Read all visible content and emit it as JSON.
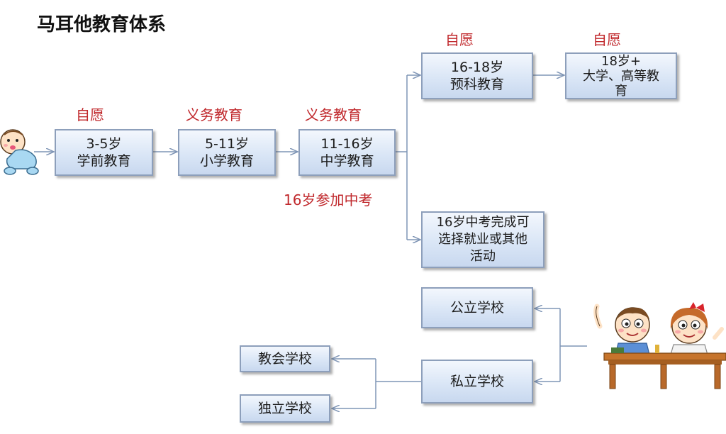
{
  "title": "马耳他教育体系",
  "labels": {
    "preschool_type": "自愿",
    "primary_type": "义务教育",
    "secondary_type": "义务教育",
    "exam_note": "16岁参加中考",
    "sixth_form_type": "自愿",
    "university_type": "自愿"
  },
  "stages": {
    "preschool": {
      "line1": "3-5岁",
      "line2": "学前教育"
    },
    "primary": {
      "line1": "5-11岁",
      "line2": "小学教育"
    },
    "secondary": {
      "line1": "11-16岁",
      "line2": "中学教育"
    },
    "sixth_form": {
      "line1": "16-18岁",
      "line2": "预科教育"
    },
    "university": {
      "line1": "18岁+",
      "line2": "大学、高等教",
      "line3": "育"
    },
    "after_exam": {
      "line1": "16岁中考完成可",
      "line2": "选择就业或其他",
      "line3": "活动"
    }
  },
  "schools": {
    "public": "公立学校",
    "private": "私立学校",
    "church": "教会学校",
    "independent": "独立学校"
  },
  "colors": {
    "accent_red": "#c0282c",
    "box_border": "#8d9fbb",
    "box_fill": "#dae6f6",
    "connector": "#7f95b5"
  }
}
